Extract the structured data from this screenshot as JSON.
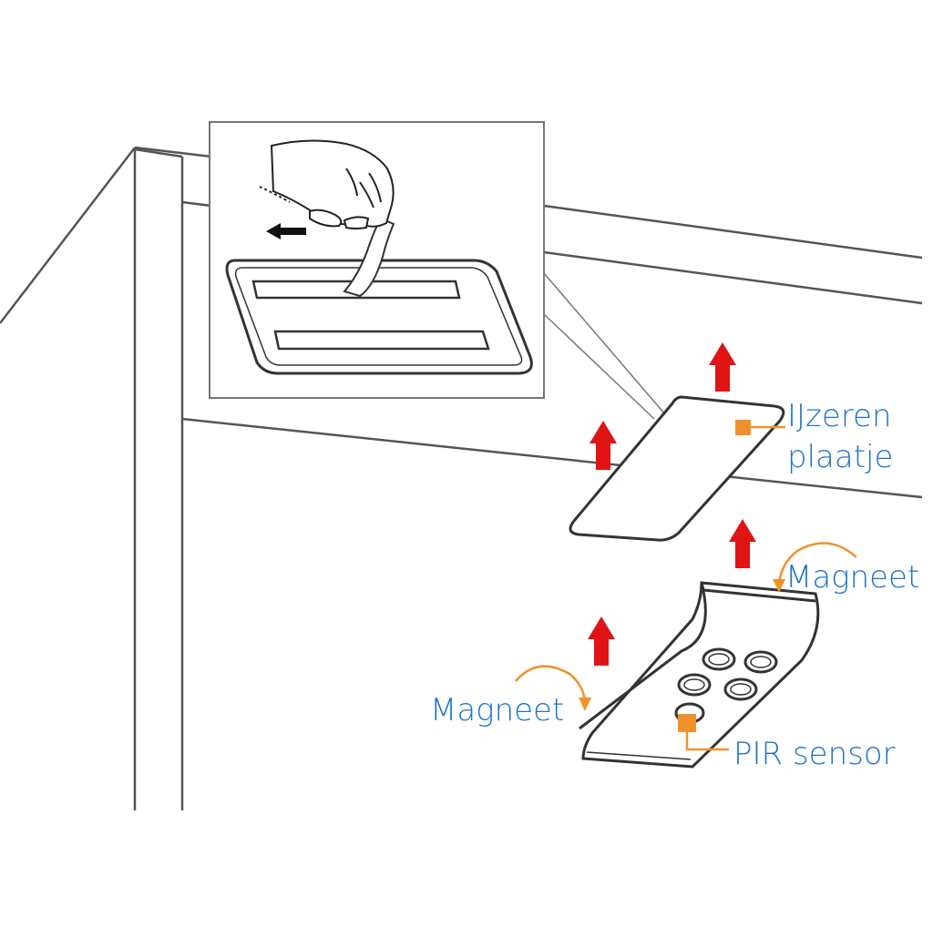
{
  "labels": {
    "iron_plate_line1": "IJzeren",
    "iron_plate_line2": "plaatje",
    "magnet_right": "Magneet",
    "magnet_left": "Magneet",
    "pir_sensor": "PIR sensor"
  },
  "colors": {
    "label_text": "#1f74c9",
    "callout": "#f0922b",
    "arrow": "#e01414",
    "line": "#3a3a3a"
  },
  "icons": {
    "hand": "hand-peeling-tape-icon",
    "direction": "arrow-left-icon",
    "lift": "arrow-up-icon"
  }
}
